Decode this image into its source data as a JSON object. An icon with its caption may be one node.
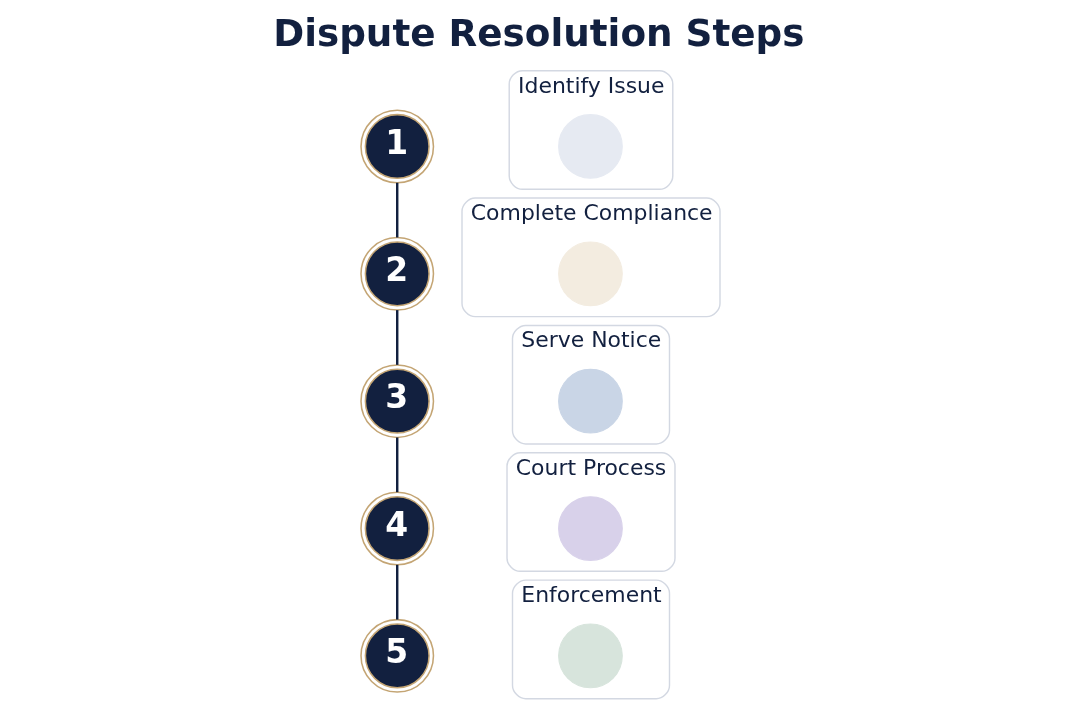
{
  "diagram": {
    "title": "Dispute Resolution Steps",
    "nodes": [
      {
        "text": [
          "1"
        ]
      },
      {
        "text": [
          "Identify Issue"
        ]
      },
      {
        "text": [],
        "shape": "circle",
        "in": 1
      },
      {
        "text": [
          "2"
        ]
      },
      {
        "text": [
          "Complete Compliance"
        ]
      },
      {
        "text": [],
        "shape": "circle",
        "in": 4
      },
      {
        "text": [
          "3"
        ]
      },
      {
        "text": [
          "Serve Notice"
        ]
      },
      {
        "text": [],
        "shape": "circle",
        "in": 7
      },
      {
        "text": [
          "4"
        ]
      },
      {
        "text": [
          "Court Process"
        ]
      },
      {
        "text": [],
        "shape": "circle",
        "in": 10
      },
      {
        "text": [
          "5"
        ]
      },
      {
        "text": [
          "Enforcement"
        ]
      },
      {
        "text": [],
        "shape": "circle",
        "in": 13
      }
    ],
    "edges": [
      {
        "from": 0,
        "to": 3,
        "arrow": "none"
      },
      {
        "from": 3,
        "to": 6,
        "arrow": "none"
      },
      {
        "from": 6,
        "to": 9,
        "arrow": "none"
      },
      {
        "from": 9,
        "to": 12,
        "arrow": "none"
      }
    ]
  }
}
